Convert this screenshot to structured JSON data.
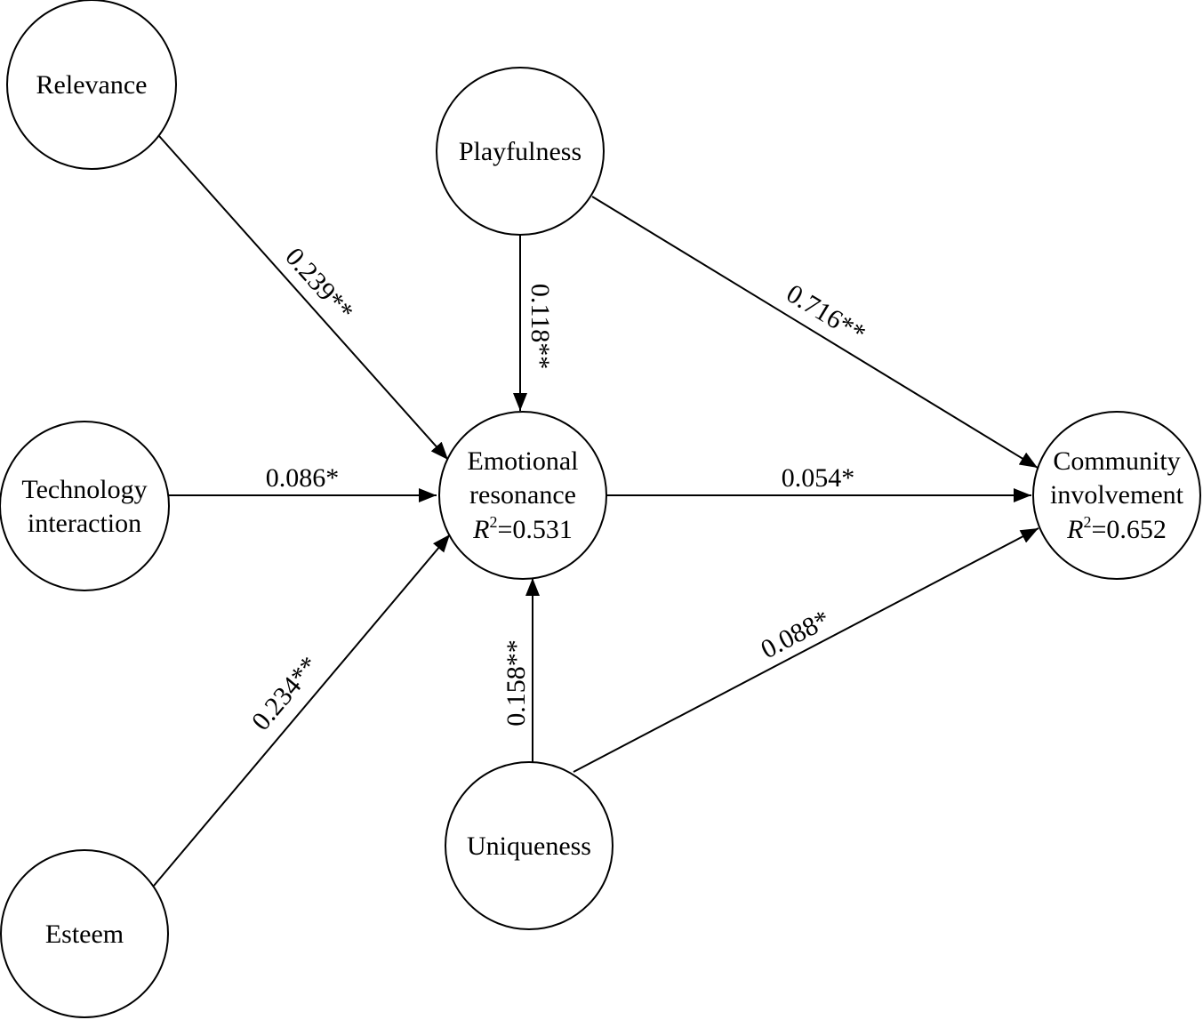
{
  "diagram": {
    "nodes": {
      "relevance": {
        "label": "Relevance"
      },
      "playfulness": {
        "label": "Playfulness"
      },
      "technology": {
        "line1": "Technology",
        "line2": "interaction"
      },
      "emotional": {
        "line1": "Emotional",
        "line2": "resonance",
        "r2_symbol": "R",
        "r2_exp": "2",
        "r2_value": "=0.531"
      },
      "community": {
        "line1": "Community",
        "line2": "involvement",
        "r2_symbol": "R",
        "r2_exp": "2",
        "r2_value": "=0.652"
      },
      "uniqueness": {
        "label": "Uniqueness"
      },
      "esteem": {
        "label": "Esteem"
      }
    },
    "edges": {
      "relevance_emotional": "0.239**",
      "playfulness_emotional": "0.118**",
      "playfulness_community": "0.716**",
      "technology_emotional": "0.086*",
      "emotional_community": "0.054*",
      "uniqueness_emotional": "0.158**",
      "uniqueness_community": "0.088*",
      "esteem_emotional": "0.234**"
    }
  }
}
